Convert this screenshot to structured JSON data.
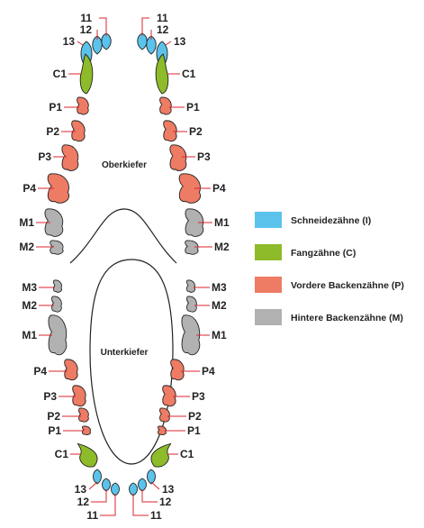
{
  "jaw_labels": {
    "upper": "Oberkiefer",
    "lower": "Unterkiefer"
  },
  "colors": {
    "incisor": "#5bc3eb",
    "canine": "#8dbb29",
    "premolar": "#ee7b64",
    "molar": "#b1b1b1",
    "leader": "#d8262e",
    "outline": "#222222"
  },
  "legend": [
    {
      "key": "incisor",
      "label": "Schneidezähne (I)"
    },
    {
      "key": "canine",
      "label": "Fangzähne (C)"
    },
    {
      "key": "premolar",
      "label": "Vordere Backenzähne (P)"
    },
    {
      "key": "molar",
      "label": "Hintere Backenzähne (M)"
    }
  ],
  "upper_teeth": [
    {
      "key": "incisor",
      "label": "11"
    },
    {
      "key": "incisor",
      "label": "12"
    },
    {
      "key": "incisor",
      "label": "13"
    },
    {
      "key": "canine",
      "label": "C1"
    },
    {
      "key": "premolar",
      "label": "P1"
    },
    {
      "key": "premolar",
      "label": "P2"
    },
    {
      "key": "premolar",
      "label": "P3"
    },
    {
      "key": "premolar",
      "label": "P4"
    },
    {
      "key": "molar",
      "label": "M1"
    },
    {
      "key": "molar",
      "label": "M2"
    }
  ],
  "lower_teeth": [
    {
      "key": "molar",
      "label": "M3"
    },
    {
      "key": "molar",
      "label": "M2"
    },
    {
      "key": "molar",
      "label": "M1"
    },
    {
      "key": "premolar",
      "label": "P4"
    },
    {
      "key": "premolar",
      "label": "P3"
    },
    {
      "key": "premolar",
      "label": "P2"
    },
    {
      "key": "premolar",
      "label": "P1"
    },
    {
      "key": "canine",
      "label": "C1"
    },
    {
      "key": "incisor",
      "label": "13"
    },
    {
      "key": "incisor",
      "label": "12"
    },
    {
      "key": "incisor",
      "label": "11"
    }
  ]
}
